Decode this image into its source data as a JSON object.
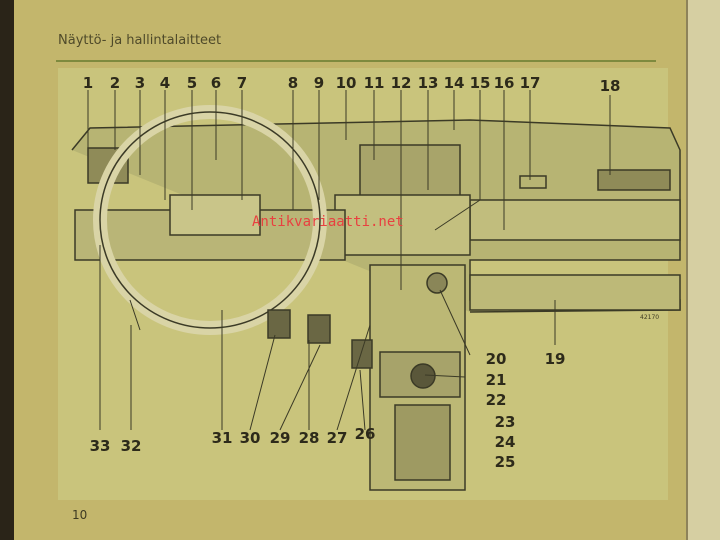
{
  "header": {
    "title": "Näyttö- ja hallintalaitteet"
  },
  "callouts": {
    "top": [
      "1",
      "2",
      "3",
      "4",
      "5",
      "6",
      "7",
      "8",
      "9",
      "10",
      "11",
      "12",
      "13",
      "14",
      "15",
      "16",
      "17",
      "18"
    ],
    "right": [
      "20",
      "21",
      "22",
      "19",
      "23",
      "24",
      "25"
    ],
    "bottom": [
      "33",
      "32",
      "31",
      "30",
      "29",
      "28",
      "27",
      "26"
    ]
  },
  "figure_number": "42170",
  "watermark": "Antikvariaatti.net",
  "page_number": "10"
}
